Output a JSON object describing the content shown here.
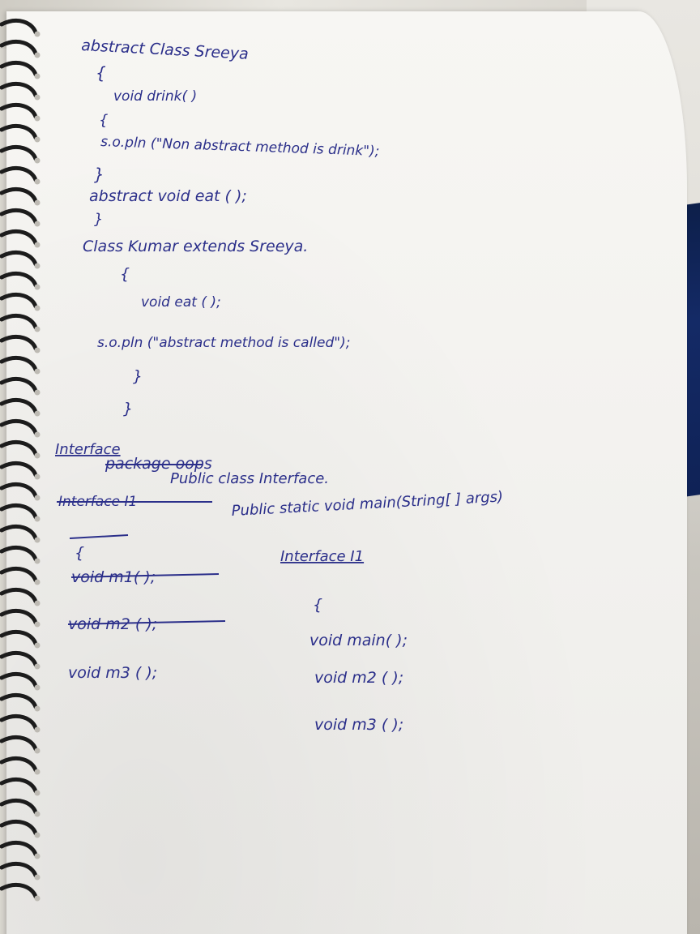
{
  "notebook": {
    "lines": [
      "abstract Class Sreeya",
      "{",
      "void drink( )",
      "{",
      "s.o.pln (\"Non abstract method is drink\");",
      "}",
      "abstract void eat ( );",
      "}",
      "Class Kumar extends Sreeya.",
      "{",
      "void eat ( );",
      "s.o.pln (\"abstract method is called\");",
      "}",
      "}",
      "Interface",
      "package oops",
      "Public class Interface.",
      "Interface I1",
      "Public static void main(String[ ] args)",
      "{",
      "void m1( );",
      "void m2 ( );",
      "void m3 ( );",
      "Interface I1",
      "{",
      "void main( );",
      "void m2 ( );",
      "void m3 ( );"
    ]
  },
  "colors": {
    "ink": "#2b2f8a",
    "paper": "#f5f4f1",
    "ring": "#1c1c1c",
    "cloth": "#142a66"
  }
}
